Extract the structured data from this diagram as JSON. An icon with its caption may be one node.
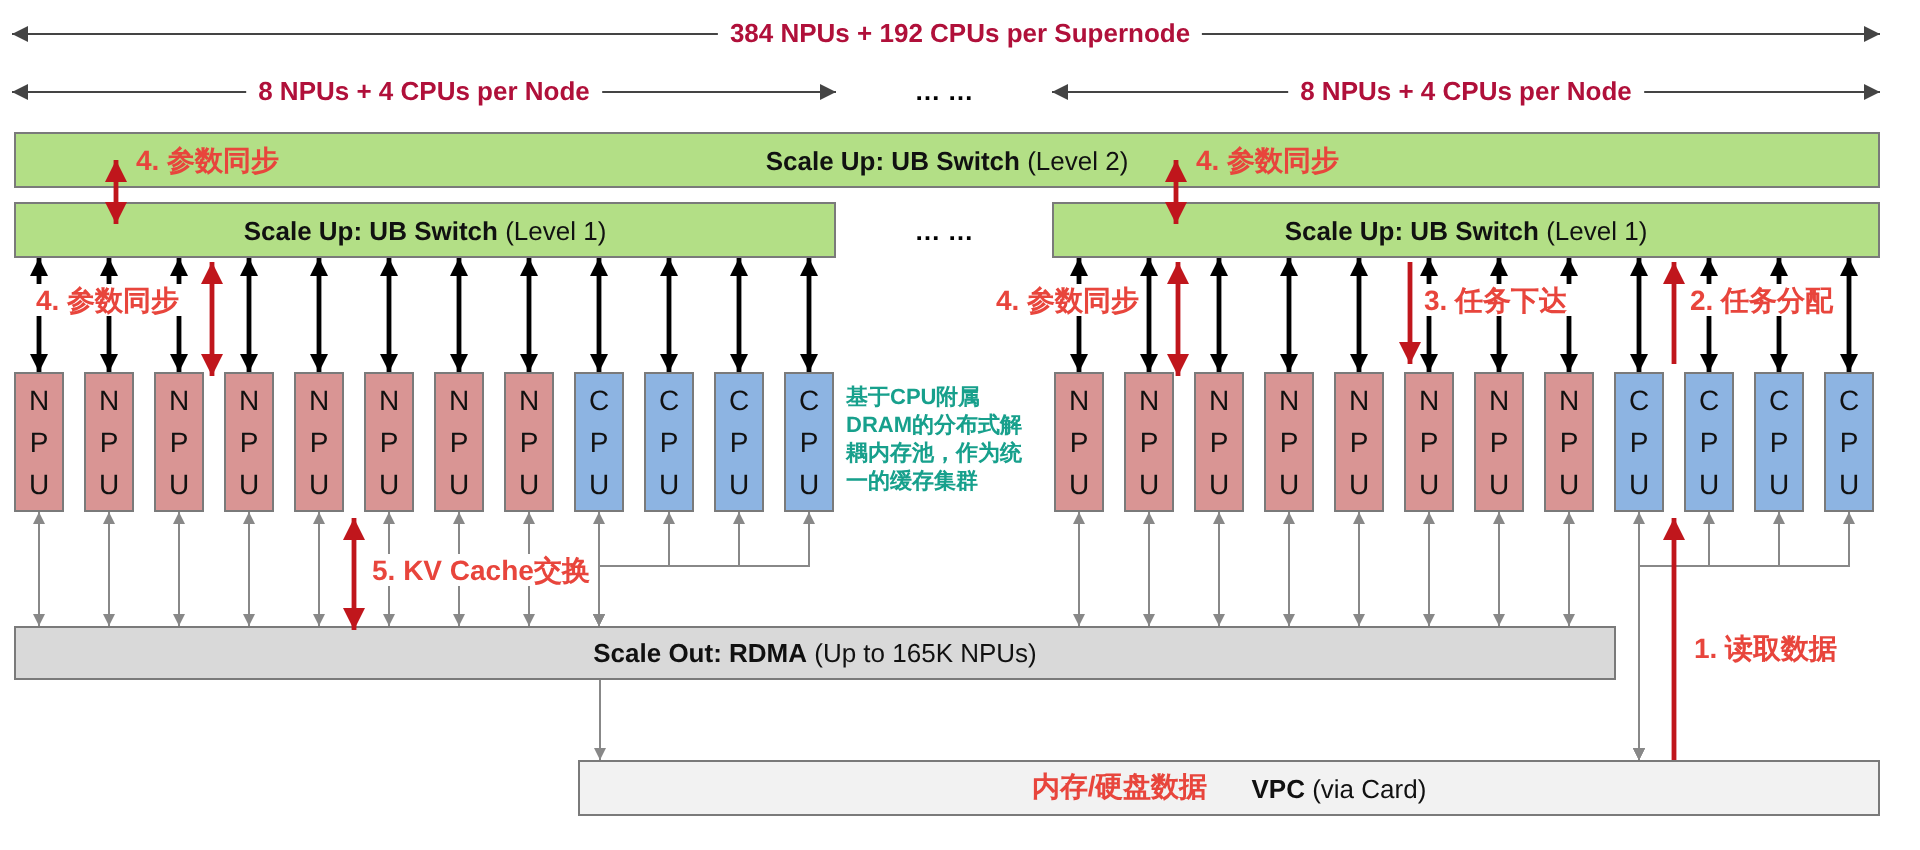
{
  "diagram": {
    "nodes": [
      {
        "text": [
          "**Scale Up: UB Switch** (Level 2)"
        ]
      },
      {
        "text": [
          "**Scale Up: UB Switch** (Level 1)"
        ]
      },
      {
        "text": [
          "**Scale Up: UB Switch** (Level 1)"
        ]
      },
      {
        "text": [
          "NPU"
        ]
      },
      {
        "text": [
          "NPU"
        ]
      },
      {
        "text": [
          "NPU"
        ]
      },
      {
        "text": [
          "NPU"
        ]
      },
      {
        "text": [
          "NPU"
        ]
      },
      {
        "text": [
          "NPU"
        ]
      },
      {
        "text": [
          "NPU"
        ]
      },
      {
        "text": [
          "NPU"
        ]
      },
      {
        "text": [
          "CPU"
        ]
      },
      {
        "text": [
          "CPU"
        ]
      },
      {
        "text": [
          "CPU"
        ]
      },
      {
        "text": [
          "CPU"
        ]
      },
      {
        "text": [
          "NPU"
        ]
      },
      {
        "text": [
          "NPU"
        ]
      },
      {
        "text": [
          "NPU"
        ]
      },
      {
        "text": [
          "NPU"
        ]
      },
      {
        "text": [
          "NPU"
        ]
      },
      {
        "text": [
          "NPU"
        ]
      },
      {
        "text": [
          "NPU"
        ]
      },
      {
        "text": [
          "NPU"
        ]
      },
      {
        "text": [
          "CPU"
        ]
      },
      {
        "text": [
          "CPU"
        ]
      },
      {
        "text": [
          "CPU"
        ]
      },
      {
        "text": [
          "CPU"
        ]
      },
      {
        "text": [
          "**Scale Out: RDMA** (Up to 165K NPUs)"
        ]
      },
      {
        "text": [
          "内存/硬盘数据",
          "**VPC** (via Card)"
        ]
      }
    ],
    "edges": [
      {
        "from": 1,
        "to": 3,
        "arrow": "both",
        "color": "#000000"
      },
      {
        "from": 1,
        "to": 4,
        "arrow": "both",
        "color": "#000000"
      },
      {
        "from": 1,
        "to": 5,
        "arrow": "both",
        "color": "#000000"
      },
      {
        "from": 1,
        "to": 6,
        "arrow": "both",
        "color": "#000000"
      },
      {
        "from": 1,
        "to": 7,
        "arrow": "both",
        "color": "#000000"
      },
      {
        "from": 1,
        "to": 8,
        "arrow": "both",
        "color": "#000000"
      },
      {
        "from": 1,
        "to": 9,
        "arrow": "both",
        "color": "#000000"
      },
      {
        "from": 1,
        "to": 10,
        "arrow": "both",
        "color": "#000000"
      },
      {
        "from": 1,
        "to": 11,
        "arrow": "both",
        "color": "#000000"
      },
      {
        "from": 1,
        "to": 12,
        "arrow": "both",
        "color": "#000000"
      },
      {
        "from": 1,
        "to": 13,
        "arrow": "both",
        "color": "#000000"
      },
      {
        "from": 1,
        "to": 14,
        "arrow": "both",
        "color": "#000000"
      },
      {
        "from": 2,
        "to": 15,
        "arrow": "both",
        "color": "#000000"
      },
      {
        "from": 2,
        "to": 16,
        "arrow": "both",
        "color": "#000000"
      },
      {
        "from": 2,
        "to": 17,
        "arrow": "both",
        "color": "#000000"
      },
      {
        "from": 2,
        "to": 18,
        "arrow": "both",
        "color": "#000000"
      },
      {
        "from": 2,
        "to": 19,
        "arrow": "both",
        "color": "#000000"
      },
      {
        "from": 2,
        "to": 20,
        "arrow": "both",
        "color": "#000000"
      },
      {
        "from": 2,
        "to": 21,
        "arrow": "both",
        "color": "#000000"
      },
      {
        "from": 2,
        "to": 22,
        "arrow": "both",
        "color": "#000000"
      },
      {
        "from": 2,
        "to": 23,
        "arrow": "both",
        "color": "#000000"
      },
      {
        "from": 2,
        "to": 24,
        "arrow": "both",
        "color": "#000000"
      },
      {
        "from": 2,
        "to": 25,
        "arrow": "both",
        "color": "#000000"
      },
      {
        "from": 2,
        "to": 26,
        "arrow": "both",
        "color": "#000000"
      },
      {
        "from": 3,
        "to": 27,
        "arrow": "both"
      },
      {
        "from": 4,
        "to": 27,
        "arrow": "both"
      },
      {
        "from": 5,
        "to": 27,
        "arrow": "both"
      },
      {
        "from": 6,
        "to": 27,
        "arrow": "both"
      },
      {
        "from": 7,
        "to": 27,
        "arrow": "both"
      },
      {
        "from": 8,
        "to": 27,
        "arrow": "both"
      },
      {
        "from": 9,
        "to": 27,
        "arrow": "both"
      },
      {
        "from": 10,
        "to": 27,
        "arrow": "both"
      },
      {
        "from": 11,
        "to": 27,
        "arrow": "both"
      },
      {
        "from": 12,
        "to": 27,
        "arrow": "both"
      },
      {
        "from": 13,
        "to": 27,
        "arrow": "both"
      },
      {
        "from": 14,
        "to": 27,
        "arrow": "both"
      },
      {
        "from": 15,
        "to": 27,
        "arrow": "both"
      },
      {
        "from": 16,
        "to": 27,
        "arrow": "both"
      },
      {
        "from": 17,
        "to": 27,
        "arrow": "both"
      },
      {
        "from": 18,
        "to": 27,
        "arrow": "both"
      },
      {
        "from": 19,
        "to": 27,
        "arrow": "both"
      },
      {
        "from": 20,
        "to": 27,
        "arrow": "both"
      },
      {
        "from": 21,
        "to": 27,
        "arrow": "both"
      },
      {
        "from": 22,
        "to": 27,
        "arrow": "both"
      },
      {
        "from": 23,
        "to": 28,
        "arrow": "both"
      },
      {
        "from": 24,
        "to": 28,
        "arrow": "both"
      },
      {
        "from": 25,
        "to": 28,
        "arrow": "both"
      },
      {
        "from": 26,
        "to": 28,
        "arrow": "both"
      },
      {
        "from": 27,
        "to": 28,
        "arrow": "to"
      },
      {
        "from": 0,
        "to": 1,
        "arrow": "both",
        "label": "4. 参数同步",
        "color": "#c0161c"
      },
      {
        "from": 1,
        "to": 6,
        "arrow": "both",
        "label": "4. 参数同步",
        "color": "#c0161c"
      },
      {
        "from": 0,
        "to": 2,
        "arrow": "both",
        "label": "4. 参数同步",
        "color": "#c0161c"
      },
      {
        "from": 2,
        "to": 16,
        "arrow": "both",
        "label": "4. 参数同步",
        "color": "#c0161c"
      },
      {
        "from": 2,
        "to": 20,
        "arrow": "to",
        "label": "3. 任务下达",
        "color": "#c0161c"
      },
      {
        "from": 23,
        "to": 2,
        "arrow": "to",
        "label": "2. 任务分配",
        "color": "#c0161c"
      },
      {
        "from": 28,
        "to": 23,
        "arrow": "to",
        "label": "1. 读取数据",
        "color": "#c0161c"
      },
      {
        "from": 7,
        "to": 27,
        "arrow": "both",
        "label": "5. KV Cache交换",
        "color": "#c0161c"
      }
    ],
    "labels": [
      "384 NPUs + 192 CPUs per Supernode",
      "8 NPUs + 4 CPUs per Node",
      "… …",
      "8 NPUs + 4 CPUs per Node",
      "… …",
      "基于CPU附属DRAM的分布式解耦内存池，作为统一的缓存集群"
    ]
  }
}
